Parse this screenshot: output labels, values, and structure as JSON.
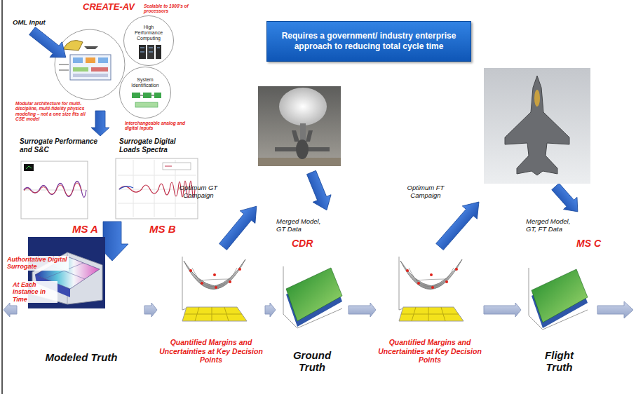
{
  "diagram": {
    "nodes": [
      {
        "text": [
          "Requires a government/ industry enterprise approach to reducing total cycle time"
        ]
      },
      {
        "text": [
          "High Performance Computing"
        ]
      },
      {
        "text": [
          "System Identification"
        ]
      },
      {
        "text": [
          "Surrogate Performance and S&C"
        ]
      },
      {
        "text": [
          "Surrogate Digital Loads Spectra"
        ]
      },
      {
        "text": [
          "Modeled Truth"
        ]
      },
      {
        "text": [
          "Quantified Margins and Uncertainties at Key Decision Points"
        ]
      },
      {
        "text": [
          "Ground Truth"
        ]
      },
      {
        "text": [
          "Quantified Margins and Uncertainties at Key Decision Points"
        ]
      },
      {
        "text": [
          "Flight Truth"
        ]
      }
    ],
    "edges": [
      {
        "from": 5,
        "to": 6,
        "arrow": "to"
      },
      {
        "from": 6,
        "to": 7,
        "arrow": "to"
      },
      {
        "from": 7,
        "to": 8,
        "arrow": "to"
      },
      {
        "from": 8,
        "to": 9,
        "arrow": "to"
      }
    ],
    "labels": [
      "CREATE-AV",
      "OML Input",
      "Scalable to 1000's of processors",
      "Modular architecture for multi-discipline, multi-fidelity physics modeling – not a one size fits all CSE model",
      "Interchangeable analog and digital inputs",
      "Optimum GT Campaign",
      "Optimum FT Campaign",
      "Merged Model, GT Data",
      "CDR",
      "Merged Model, GT, FT Data",
      "MS C",
      "MS A",
      "MS B",
      "Authoritative Digital Surrogate",
      "At Each Instance in Time"
    ]
  }
}
